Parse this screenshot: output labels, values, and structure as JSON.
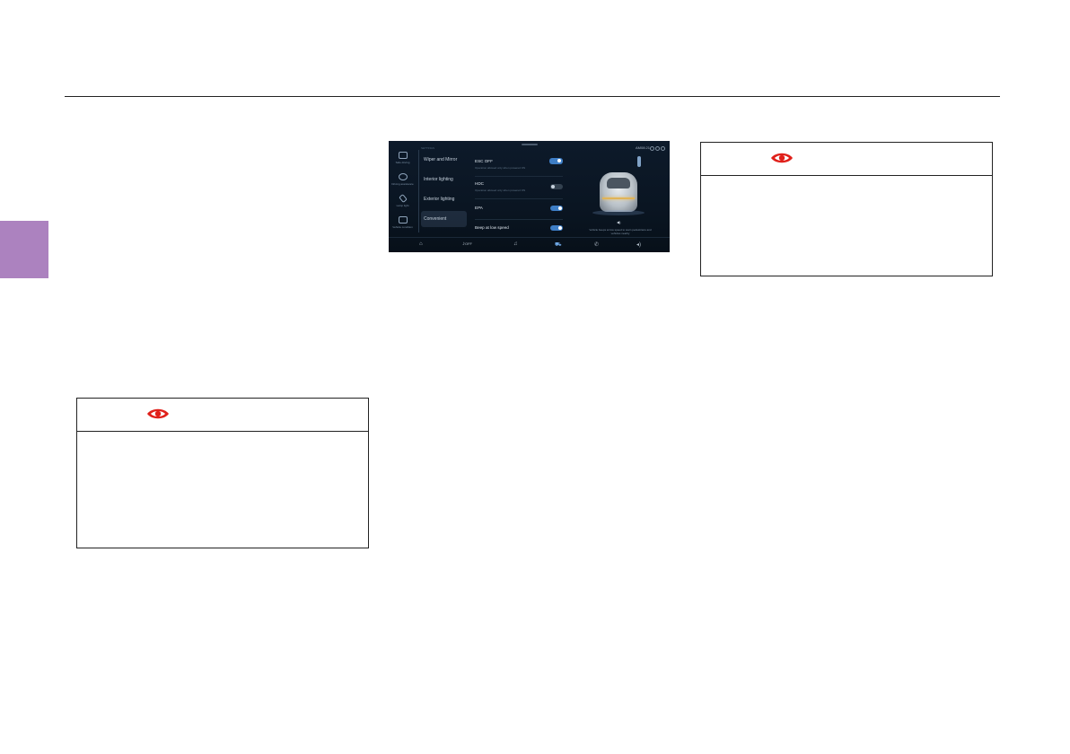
{
  "page": {
    "chapter_tab_color": "#ac82bf",
    "warning_icon_color": "#e0201a"
  },
  "notice_left": {
    "icon": "eye-warning-icon"
  },
  "notice_right": {
    "icon": "eye-warning-icon"
  },
  "screen": {
    "status": {
      "clock": "AM08:21",
      "icons": [
        "wifi-icon",
        "signal-icon",
        "bluetooth-icon"
      ]
    },
    "sidebar": [
      {
        "icon": "car-safety-icon",
        "label": "Safe driving"
      },
      {
        "icon": "steering-wheel-icon",
        "label": "Driving assistance"
      },
      {
        "icon": "lighting-icon",
        "label": "Lamp light"
      },
      {
        "icon": "vehicle-settings-icon",
        "label": "Vehicle condition"
      }
    ],
    "menu": {
      "section_label": "SETTINGS",
      "items": [
        {
          "label": "Wiper and Mirror",
          "active": false
        },
        {
          "label": "Interior lighting",
          "active": false
        },
        {
          "label": "Exterior lighting",
          "active": false
        },
        {
          "label": "Convenient",
          "active": true
        }
      ]
    },
    "toggles": [
      {
        "label": "ESC OFF",
        "desc": "Operation allowed only when powered ON",
        "on": true
      },
      {
        "label": "HDC",
        "desc": "Operation allowed only when powered ON",
        "on": false
      },
      {
        "label": "EPA",
        "desc": "",
        "on": true
      },
      {
        "label": "Beep at low speed",
        "desc": "",
        "on": true
      }
    ],
    "car_caption": "Vehicle beeps at low speed to warn pedestrians and vehicles nearby",
    "dock": [
      {
        "icon": "home-icon",
        "label": ""
      },
      {
        "icon": "music-note-icon",
        "label": "OFF"
      },
      {
        "icon": "music-icon",
        "label": ""
      },
      {
        "icon": "car-icon",
        "label": ""
      },
      {
        "icon": "phone-icon",
        "label": ""
      },
      {
        "icon": "volume-icon",
        "label": ""
      }
    ]
  }
}
